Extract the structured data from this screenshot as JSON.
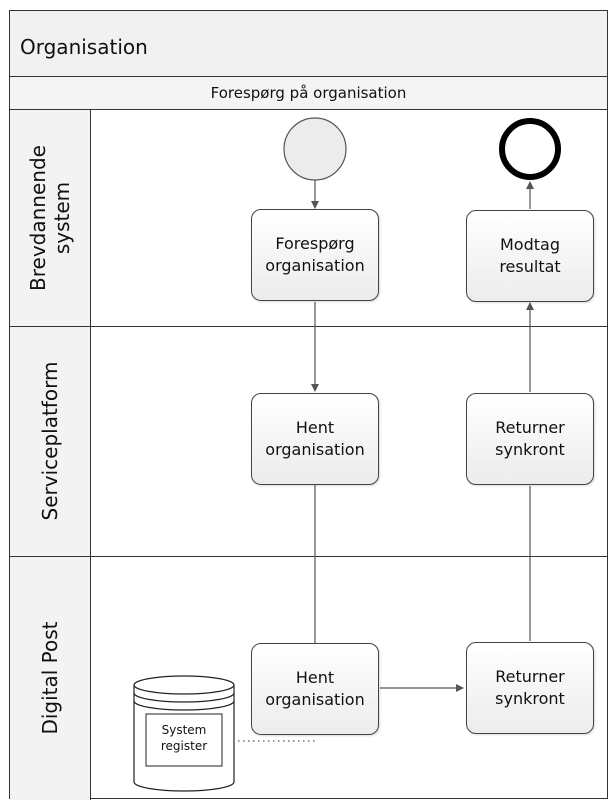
{
  "pool": {
    "title": "Organisation"
  },
  "phase": {
    "title": "Forespørg på organisation"
  },
  "lanes": [
    {
      "label_lines": [
        "Brevdannende",
        "system"
      ]
    },
    {
      "label_lines": [
        "Serviceplatform"
      ]
    },
    {
      "label_lines": [
        "Digital Post"
      ]
    }
  ],
  "tasks": {
    "foresporg": [
      "Forespørg",
      "organisation"
    ],
    "modtag": [
      "Modtag",
      "resultat"
    ],
    "hent_sp": [
      "Hent",
      "organisation"
    ],
    "returner_sp": [
      "Returner",
      "synkront"
    ],
    "hent_dp": [
      "Hent",
      "organisation"
    ],
    "returner_dp": [
      "Returner",
      "synkront"
    ]
  },
  "datastore": {
    "label_lines": [
      "System",
      "register"
    ]
  }
}
